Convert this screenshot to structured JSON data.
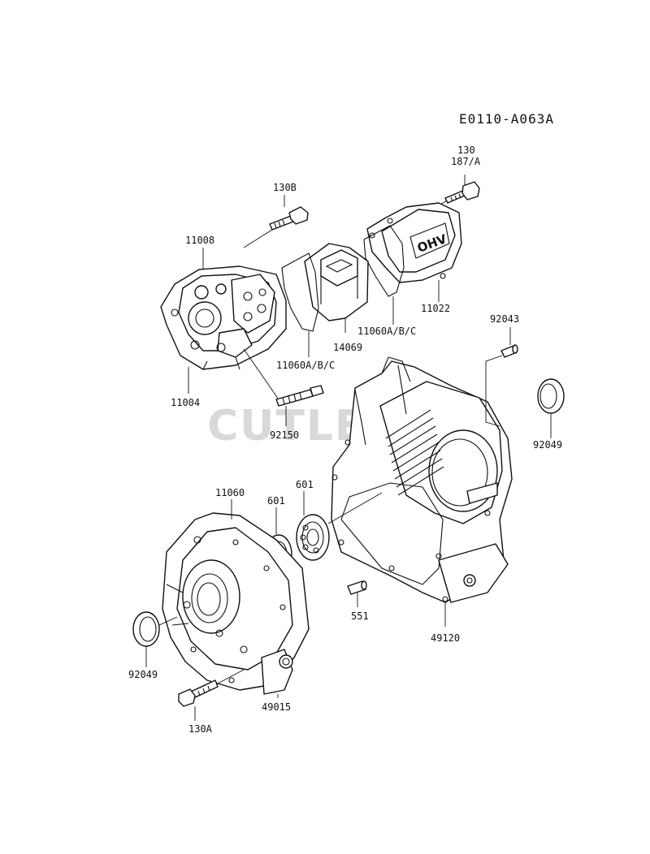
{
  "diagram_code": "E0110-A063A",
  "watermark": "CUTLERS",
  "labels": {
    "p130_187": [
      "130",
      "187/A"
    ],
    "p130b": "130B",
    "p11008": "11008",
    "p11022": "11022",
    "p14069": "14069",
    "p11060abc_right": "11060A/B/C",
    "p11060abc_left": "11060A/B/C",
    "p11004": "11004",
    "p92150": "92150",
    "p92043": "92043",
    "p92049_right": "92049",
    "p11060": "11060",
    "p601_a": "601",
    "p601_b": "601",
    "p551": "551",
    "p49120": "49120",
    "p92049_left": "92049",
    "p49015": "49015",
    "p130a": "130A",
    "ohv_text": "OHV"
  }
}
